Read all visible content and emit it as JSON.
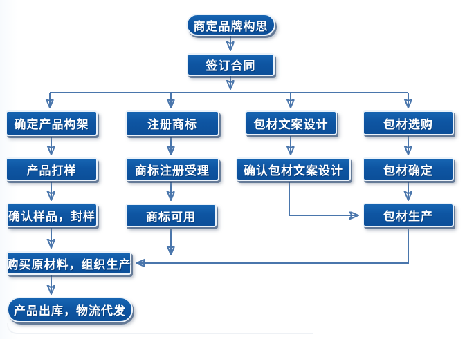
{
  "diagram": {
    "type": "flowchart",
    "language": "zh-CN",
    "nodes": {
      "brand_idea": {
        "label": "商定品牌构思",
        "shape": "pill"
      },
      "sign_contract": {
        "label": "签订合同",
        "shape": "rect"
      },
      "product_structure": {
        "label": "确定产品构架",
        "shape": "rect"
      },
      "register_trademark": {
        "label": "注册商标",
        "shape": "rect"
      },
      "packaging_copy_design": {
        "label": "包材文案设计",
        "shape": "rect"
      },
      "packaging_purchase": {
        "label": "包材选购",
        "shape": "rect"
      },
      "product_sample": {
        "label": "产品打样",
        "shape": "rect"
      },
      "trademark_acceptance": {
        "label": "商标注册受理",
        "shape": "rect"
      },
      "confirm_packaging_copy": {
        "label": "确认包材文案设计",
        "shape": "rect"
      },
      "packaging_confirm": {
        "label": "包材确定",
        "shape": "rect"
      },
      "confirm_sample": {
        "label": "确认样品，封样",
        "shape": "rect"
      },
      "trademark_usable": {
        "label": "商标可用",
        "shape": "rect"
      },
      "packaging_production": {
        "label": "包材生产",
        "shape": "rect"
      },
      "purchase_materials": {
        "label": "购买原材料，组织生产",
        "shape": "rect"
      },
      "product_delivery": {
        "label": "产品出库，物流代发",
        "shape": "pill"
      }
    },
    "edges": [
      [
        "brand_idea",
        "sign_contract"
      ],
      [
        "sign_contract",
        "product_structure"
      ],
      [
        "sign_contract",
        "register_trademark"
      ],
      [
        "sign_contract",
        "packaging_copy_design"
      ],
      [
        "sign_contract",
        "packaging_purchase"
      ],
      [
        "product_structure",
        "product_sample"
      ],
      [
        "register_trademark",
        "trademark_acceptance"
      ],
      [
        "packaging_copy_design",
        "confirm_packaging_copy"
      ],
      [
        "packaging_purchase",
        "packaging_confirm"
      ],
      [
        "product_sample",
        "confirm_sample"
      ],
      [
        "trademark_acceptance",
        "trademark_usable"
      ],
      [
        "confirm_packaging_copy",
        "packaging_production"
      ],
      [
        "packaging_confirm",
        "packaging_production"
      ],
      [
        "confirm_sample",
        "purchase_materials"
      ],
      [
        "trademark_usable",
        "purchase_materials"
      ],
      [
        "packaging_production",
        "purchase_materials"
      ],
      [
        "purchase_materials",
        "product_delivery"
      ]
    ],
    "theme": {
      "node_fill": "#0e55a2",
      "node_border": "#ecf3fa",
      "node_text": "#ffffff",
      "connector": "#4a76ac",
      "background": "#ffffff"
    }
  }
}
